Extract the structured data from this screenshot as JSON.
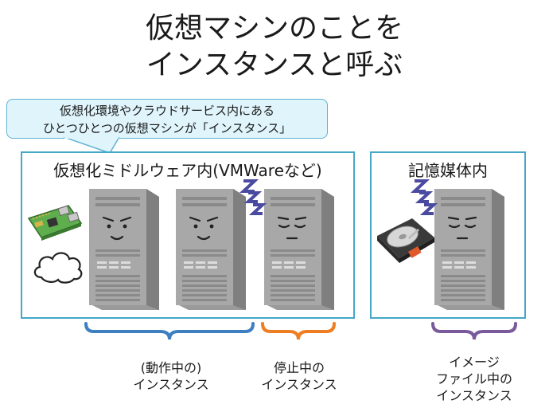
{
  "title": {
    "line1": "仮想マシンのことを",
    "line2": "インスタンスと呼ぶ"
  },
  "callout": {
    "line1": "仮想化環境やクラウドサービス内にある",
    "line2": "ひとつひとつの仮想マシンが「インスタンス」"
  },
  "middleware_box": {
    "label": "仮想化ミドルウェア内(VMWareなど)"
  },
  "storage_box": {
    "label": "記憶媒体内"
  },
  "groups": {
    "running": {
      "line1": "(動作中の)",
      "line2": "インスタンス",
      "color": "#3d7fc1"
    },
    "stopped": {
      "line1": "停止中の",
      "line2": "インスタンス",
      "color": "#ef7d22"
    },
    "image": {
      "line1": "イメージ",
      "line2": "ファイル中の",
      "line3": "インスタンス",
      "color": "#7a5a9a"
    }
  },
  "colors": {
    "box_border": "#45a8c7",
    "callout_bg": "#dff4fb",
    "zzz": "#4a4aa0"
  }
}
